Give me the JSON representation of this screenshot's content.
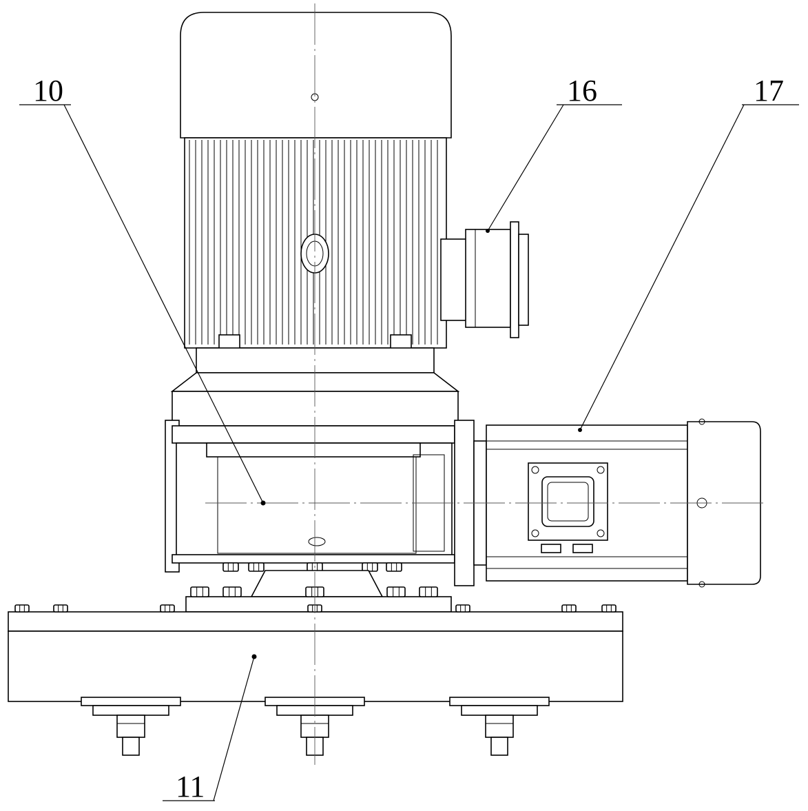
{
  "labels": {
    "ref_10": "10",
    "ref_11": "11",
    "ref_16": "16",
    "ref_17": "17"
  }
}
